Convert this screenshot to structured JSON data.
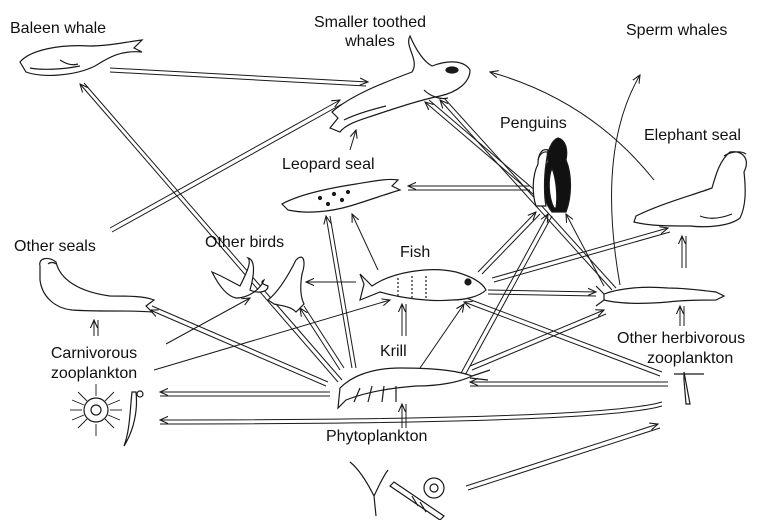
{
  "labels": {
    "baleen_whale": "Baleen whale",
    "smaller_toothed_whales_1": "Smaller toothed",
    "smaller_toothed_whales_2": "whales",
    "sperm_whales": "Sperm whales",
    "penguins": "Penguins",
    "elephant_seal": "Elephant seal",
    "leopard_seal": "Leopard seal",
    "other_seals": "Other seals",
    "other_birds": "Other birds",
    "fish": "Fish",
    "krill": "Krill",
    "carnivorous_zooplankton_1": "Carnivorous",
    "carnivorous_zooplankton_2": "zooplankton",
    "other_herbivorous_zooplankton_1": "Other herbivorous",
    "other_herbivorous_zooplankton_2": "zooplankton",
    "phytoplankton": "Phytoplankton"
  },
  "colors": {
    "ink": "#1a1a1a",
    "paper": "#ffffff",
    "penguin_fill": "#111111"
  }
}
